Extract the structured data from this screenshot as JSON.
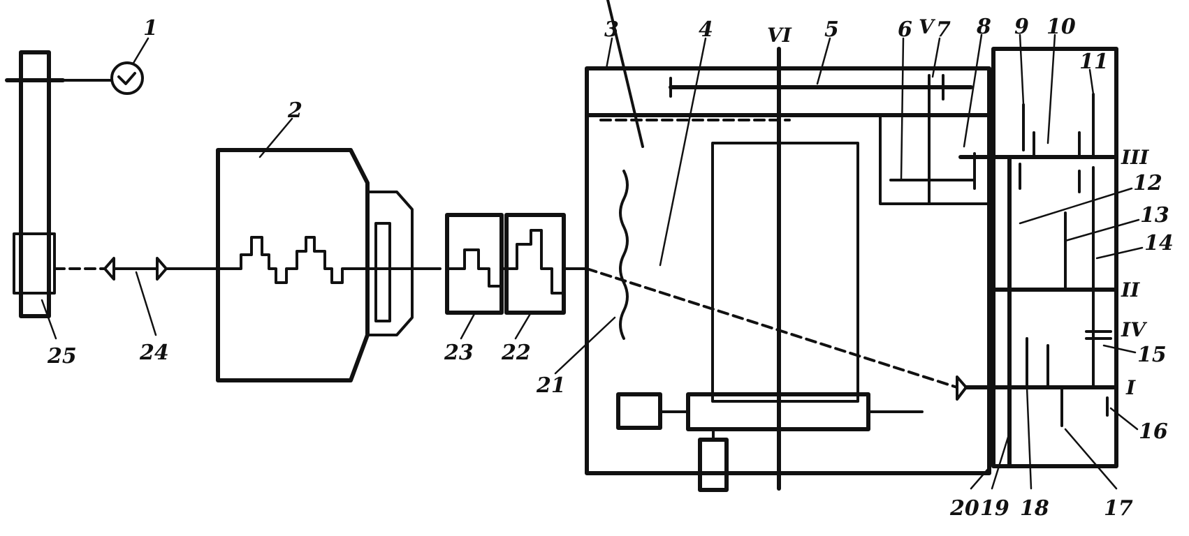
{
  "diagram": {
    "colors": {
      "ink": "#111111",
      "paper": "#ffffff"
    },
    "component_labels": [
      {
        "id": "1",
        "text": "1"
      },
      {
        "id": "2",
        "text": "2"
      },
      {
        "id": "3",
        "text": "3"
      },
      {
        "id": "4",
        "text": "4"
      },
      {
        "id": "5",
        "text": "5"
      },
      {
        "id": "6",
        "text": "6"
      },
      {
        "id": "7",
        "text": "7"
      },
      {
        "id": "8",
        "text": "8"
      },
      {
        "id": "9",
        "text": "9"
      },
      {
        "id": "10",
        "text": "10"
      },
      {
        "id": "11",
        "text": "11"
      },
      {
        "id": "12",
        "text": "12"
      },
      {
        "id": "13",
        "text": "13"
      },
      {
        "id": "14",
        "text": "14"
      },
      {
        "id": "15",
        "text": "15"
      },
      {
        "id": "16",
        "text": "16"
      },
      {
        "id": "17",
        "text": "17"
      },
      {
        "id": "18",
        "text": "18"
      },
      {
        "id": "19",
        "text": "19"
      },
      {
        "id": "20",
        "text": "20"
      },
      {
        "id": "21",
        "text": "21"
      },
      {
        "id": "22",
        "text": "22"
      },
      {
        "id": "23",
        "text": "23"
      },
      {
        "id": "24",
        "text": "24"
      },
      {
        "id": "25",
        "text": "25"
      }
    ],
    "shaft_labels": [
      {
        "id": "I",
        "text": "I"
      },
      {
        "id": "II",
        "text": "II"
      },
      {
        "id": "III",
        "text": "III"
      },
      {
        "id": "IV",
        "text": "IV"
      },
      {
        "id": "V",
        "text": "V"
      },
      {
        "id": "VI",
        "text": "VI"
      }
    ]
  }
}
